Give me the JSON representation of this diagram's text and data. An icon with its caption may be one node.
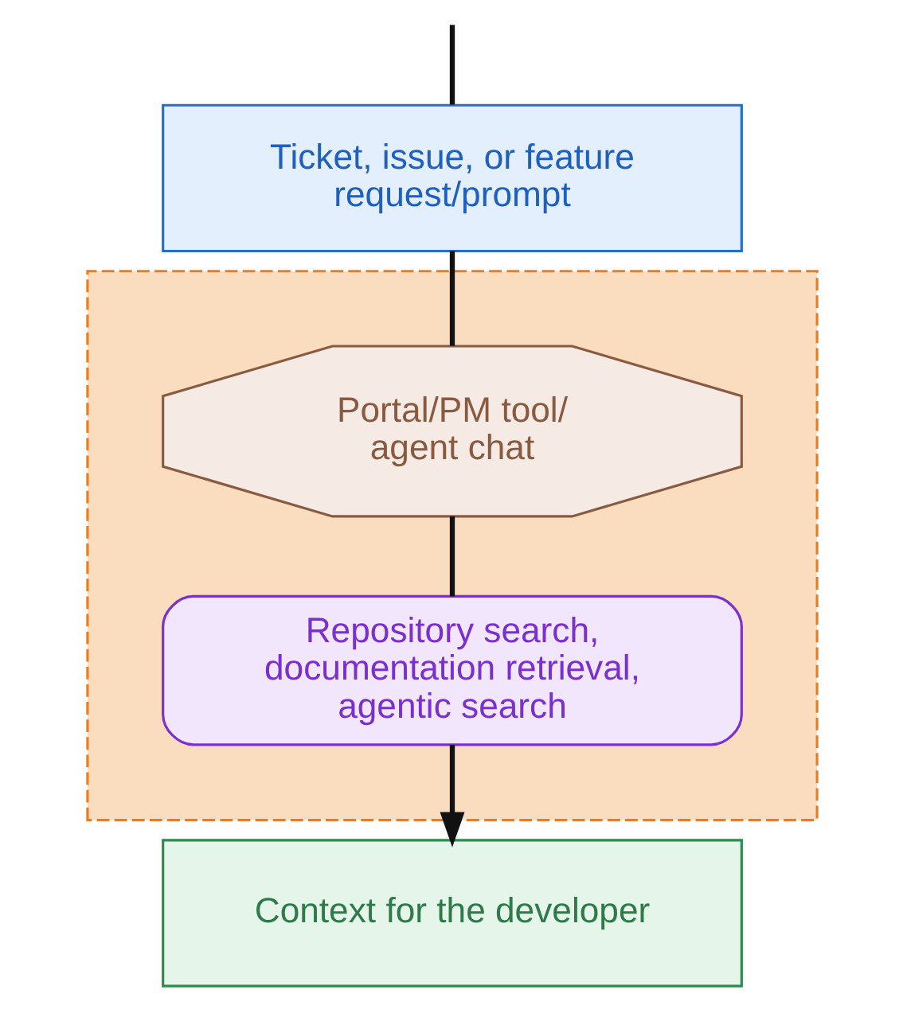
{
  "diagram": {
    "nodes": [
      {
        "text": [
          "Ticket, issue, or feature request/prompt"
        ]
      },
      {
        "text": [],
        "shape": "box"
      },
      {
        "text": [
          "Portal/PM tool/ agent chat"
        ],
        "in": 1
      },
      {
        "text": [
          "Repository search, documentation retrieval, agentic search"
        ],
        "in": 1
      },
      {
        "text": [
          "Context for the developer"
        ]
      }
    ],
    "edges": [
      {
        "from": null,
        "to": 0,
        "arrow": "none"
      },
      {
        "from": 0,
        "to": 2,
        "arrow": "none"
      },
      {
        "from": 2,
        "to": 3,
        "arrow": "none"
      },
      {
        "from": 3,
        "to": 4,
        "arrow": "to"
      }
    ]
  }
}
